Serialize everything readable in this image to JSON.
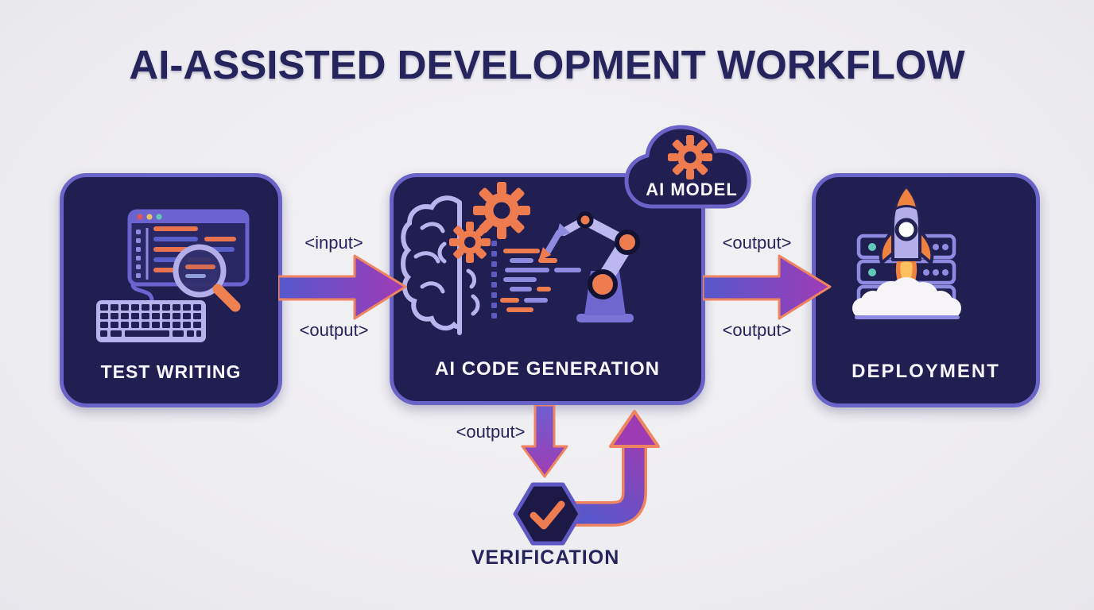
{
  "title": "AI-ASSISTED DEVELOPMENT WORKFLOW",
  "nodes": {
    "test_writing": {
      "label": "TEST WRITING"
    },
    "ai_code_generation": {
      "label": "AI CODE GENERATION"
    },
    "ai_model": {
      "label": "AI MODEL"
    },
    "deployment": {
      "label": "DEPLOYMENT"
    },
    "verification": {
      "label": "VERIFICATION"
    }
  },
  "arrows": {
    "test_to_generation": {
      "top_label": "<input>",
      "bottom_label": "<output>"
    },
    "generation_to_deployment": {
      "top_label": "<output>",
      "bottom_label": "<output>"
    },
    "generation_to_verification": {
      "label": "<output>"
    },
    "verification_to_generation": {
      "label": ""
    }
  },
  "colors": {
    "background": "#edecf0",
    "box_fill": "#211e52",
    "box_border": "#6a63c8",
    "navy_text": "#26245c",
    "white_text": "#f7f6fb",
    "orange": "#ed7d50",
    "light_purple": "#b3aee9",
    "medium_purple": "#6b63d0",
    "teal": "#62c9b8",
    "arrow_gradient_start": "#5558cc",
    "arrow_gradient_end": "#a23ab5",
    "arrow_outline": "#ef8560"
  }
}
